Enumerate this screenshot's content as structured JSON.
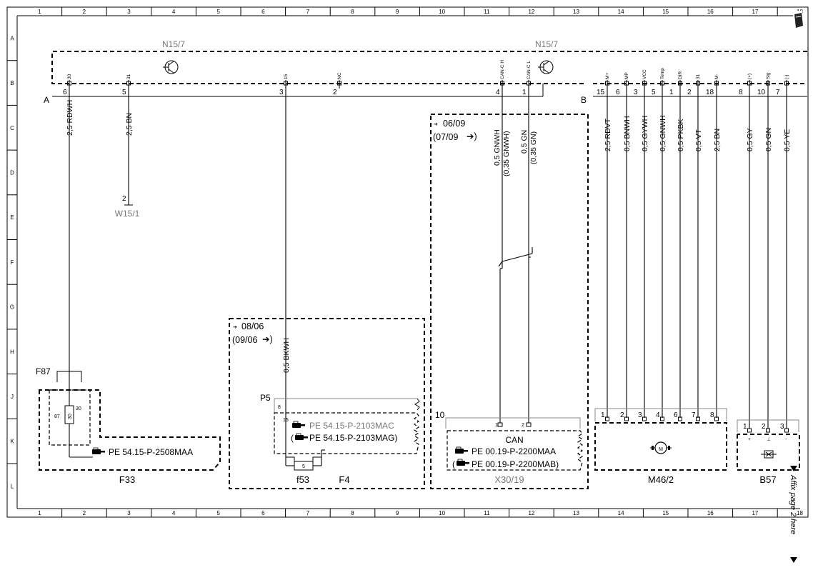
{
  "sheet": {
    "columns": [
      "1",
      "2",
      "3",
      "4",
      "5",
      "6",
      "7",
      "8",
      "9",
      "10",
      "11",
      "12",
      "13",
      "14",
      "15",
      "16",
      "17",
      "18"
    ],
    "rows": [
      "A",
      "B",
      "C",
      "D",
      "E",
      "F",
      "G",
      "H",
      "J",
      "K",
      "L"
    ],
    "affix_note": "Affix page 2 here"
  },
  "components": {
    "n15_7_left_label": "N15/7",
    "n15_7_right_label": "N15/7",
    "connector_a": "A",
    "connector_b": "B",
    "w15_1": "W15/1",
    "w15_1_pin": "2",
    "f87": "F87",
    "f33": "F33",
    "f4": "F4",
    "f53": "f53",
    "p5": "P5",
    "x30_19": "X30/19",
    "m46_2": "M46/2",
    "b57": "B57",
    "can_label": "CAN",
    "fuse_87": "87",
    "fuse_30_a": "30",
    "fuse_30_b": "30",
    "fuse_5": "5",
    "p5_pin8": "8",
    "p5_pin15": "15",
    "x30_pin10": "10",
    "x30_pin1": "1",
    "x30_pin2": "2"
  },
  "connector_a_pins": [
    {
      "sig": "30",
      "pin": "6"
    },
    {
      "sig": "31",
      "pin": "5"
    },
    {
      "sig": "15",
      "pin": "3"
    },
    {
      "sig": "NC",
      "pin": "2"
    },
    {
      "sig": "CAN-C H",
      "pin": "4"
    },
    {
      "sig": "CAN-C L",
      "pin": "1"
    }
  ],
  "connector_b_pins": [
    {
      "sig": "M+",
      "pin": "15"
    },
    {
      "sig": "MP",
      "pin": "6"
    },
    {
      "sig": "VCC",
      "pin": "3"
    },
    {
      "sig": "Temp",
      "pin": "5"
    },
    {
      "sig": "DIR",
      "pin": "1"
    },
    {
      "sig": "31",
      "pin": "2"
    },
    {
      "sig": "M-",
      "pin": "18"
    },
    {
      "sig": "(+)",
      "pin": "8"
    },
    {
      "sig": "Sig",
      "pin": "10"
    },
    {
      "sig": "(-)",
      "pin": "7"
    }
  ],
  "wires": {
    "a6": "2,5 RDWH",
    "a5": "2,5 BN",
    "a3": "0,5 BKWH",
    "can_h": "0,5 GNWH",
    "can_h_alt": "(0,35 GNWH)",
    "can_l": "0,5 GN",
    "can_l_alt": "(0,35 GN)",
    "b15": "2,5 RDVT",
    "b6": "0,5 BNWH",
    "b3": "0,5 GYWH",
    "b5": "0,5 GNWH",
    "b1": "0,5 PKBK",
    "b2": "0,5 VT",
    "b18": "2,5 BN",
    "b8": "0,5 GY",
    "b10": "0,5 GN",
    "b7": "0,5 YE"
  },
  "motor_pins": [
    "1",
    "2",
    "3",
    "4",
    "6",
    "7",
    "8"
  ],
  "sensor_pins": [
    "1",
    "2",
    "3"
  ],
  "dates": {
    "f4_from": "08/06",
    "f4_alt": "(09/06",
    "can_from": "06/09",
    "can_alt": "(07/09"
  },
  "references": {
    "f33_ref": "PE 54.15-P-2508MAA",
    "f4_ref1": "PE 54.15-P-2103MAC",
    "f4_ref2": "PE 54.15-P-2103MAG)",
    "x30_ref1": "PE 00.19-P-2200MAA",
    "x30_ref2": "PE 00.19-P-2200MAB)"
  },
  "motor_symbol": "M"
}
